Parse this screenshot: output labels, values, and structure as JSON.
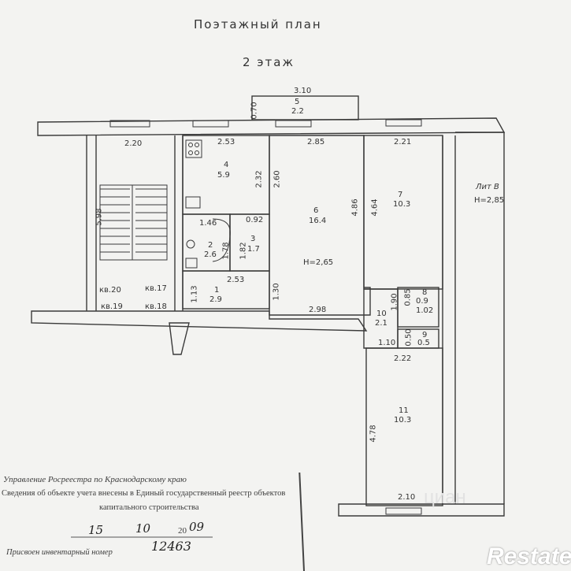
{
  "title": "Поэтажный план",
  "floor": "2 этаж",
  "lit": "Лит В",
  "height_main": "H=2,85",
  "height_room": "H=2,65",
  "dims": {
    "d310": "3.10",
    "d070": "0.70",
    "d220a": "2.20",
    "d253a": "2.53",
    "d285": "2.85",
    "d221": "2.21",
    "d232": "2.32",
    "d260": "2.60",
    "d486": "4.86",
    "d464": "4.64",
    "d598": "5.98",
    "d146": "1.46",
    "d092": "0.92",
    "d178": "1.78",
    "d182": "1.82",
    "d253b": "2.53",
    "d113": "1.13",
    "d130": "1.30",
    "d298": "2.98",
    "d190": "1.90",
    "d085": "0.85",
    "d102": "1.02",
    "d110": "1.10",
    "d050": "0.50",
    "d222": "2.22",
    "d478": "4.78",
    "d210": "2.10"
  },
  "rooms": {
    "r1": {
      "no": "1",
      "area": "2.9"
    },
    "r2": {
      "no": "2",
      "area": "2.6"
    },
    "r3": {
      "no": "3",
      "area": "1.7"
    },
    "r4": {
      "no": "4",
      "area": "5.9"
    },
    "r5": {
      "no": "5",
      "area": "2.2"
    },
    "r6": {
      "no": "6",
      "area": "16.4"
    },
    "r7": {
      "no": "7",
      "area": "10.3"
    },
    "r8": {
      "no": "8",
      "area": "0.9"
    },
    "r9": {
      "no": "9",
      "area": "0.5"
    },
    "r10": {
      "no": "10",
      "area": "2.1"
    },
    "r11": {
      "no": "11",
      "area": "10.3"
    }
  },
  "apts": {
    "a20": "кв.20",
    "a17": "кв.17",
    "a19": "кв.19",
    "a18": "кв.18"
  },
  "stamp": {
    "line1": "Управление Росреестра по Краснодарскому краю",
    "line2": "Сведения об объекте учета внесены в Единый государственный реестр объектов",
    "line3": "капитального строительства",
    "date_day": "15",
    "date_month": "10",
    "date_year_prefix": "20",
    "date_year": "09",
    "inv_label": "Присвоен инвентарный номер",
    "inv_number": "12463"
  },
  "watermark": {
    "brand": "Restate",
    "cian": "циан"
  }
}
